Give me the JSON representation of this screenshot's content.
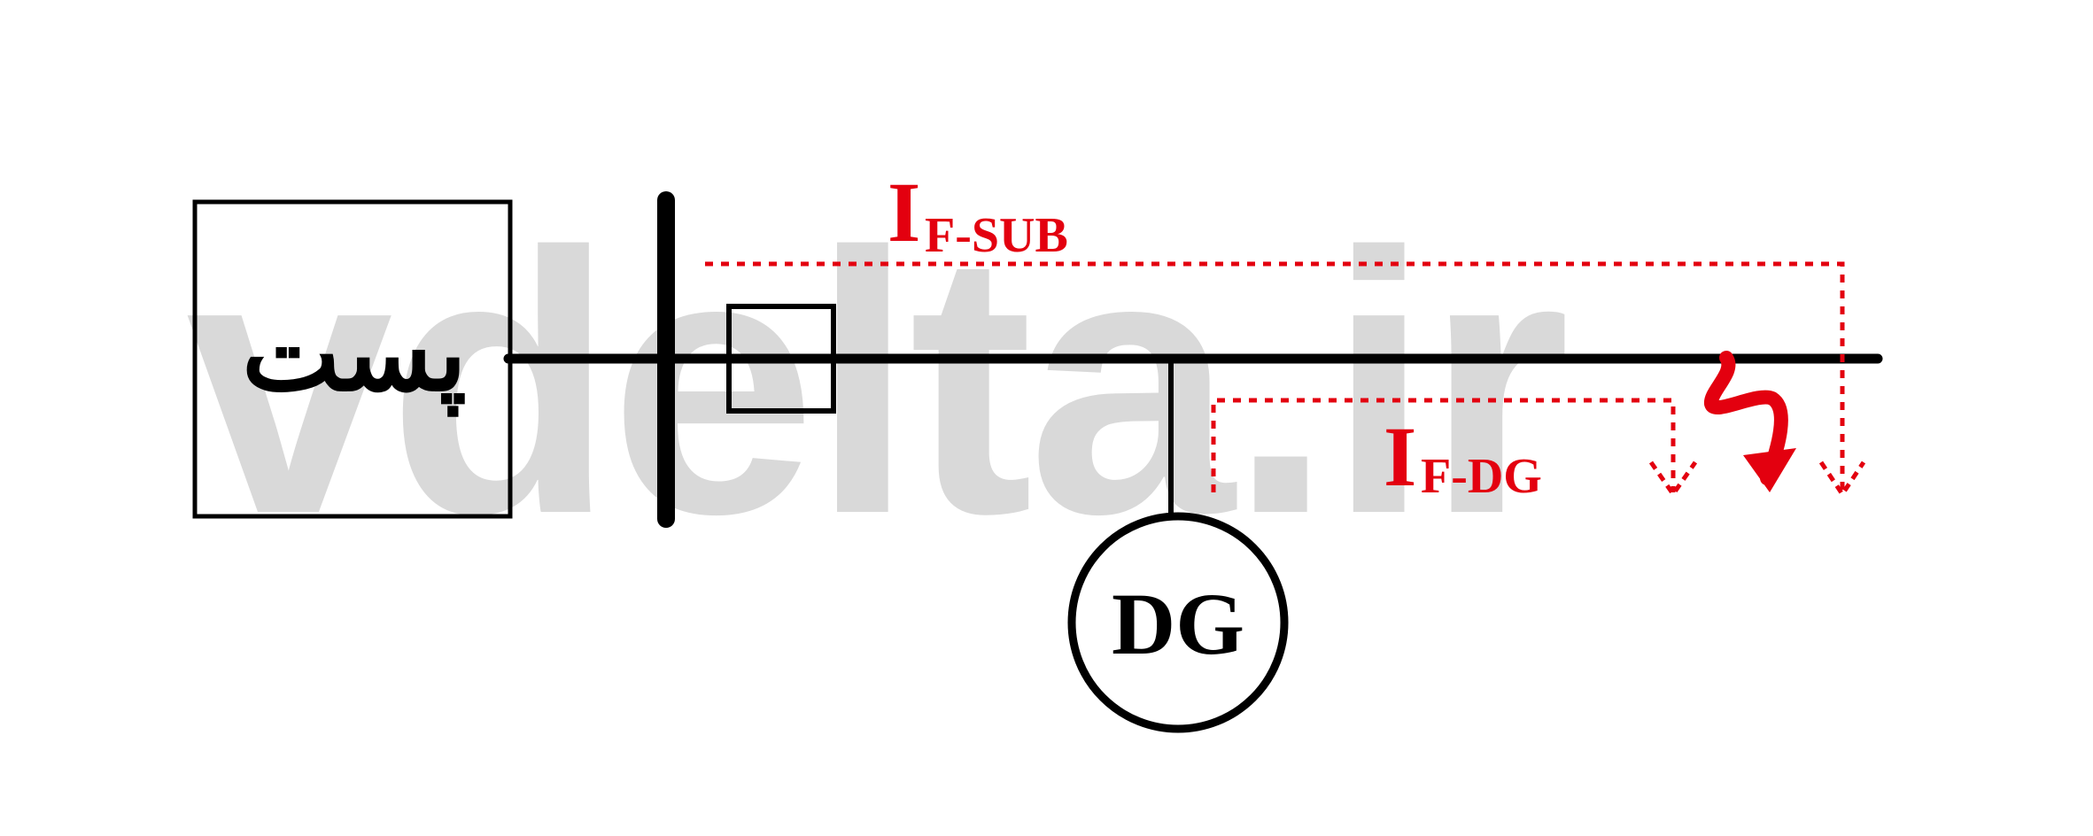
{
  "watermark": {
    "text": "vdelta.ir",
    "color": "#d9d9d9"
  },
  "substation": {
    "label": "پست"
  },
  "generator": {
    "label": "DG"
  },
  "currents": {
    "substation": {
      "main": "I",
      "sub": "F-SUB"
    },
    "dg": {
      "main": "I",
      "sub": "F-DG"
    }
  },
  "colors": {
    "line": "#000000",
    "current": "#e3000f",
    "fault": "#e3000f"
  }
}
